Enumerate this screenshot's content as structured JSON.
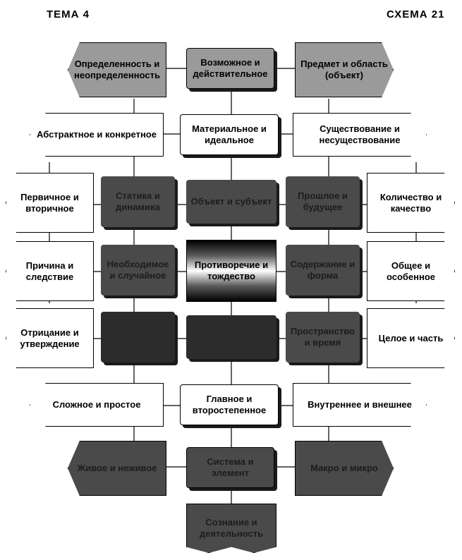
{
  "header": {
    "left": "ТЕМА 4",
    "right": "СХЕМА 21"
  },
  "nodes": {
    "definiteness": "Определенность и неопределенность",
    "possible_actual": "Возможное и действительное",
    "subject_area": "Предмет и область (объект)",
    "abstract_concrete": "Абстрактное и конкретное",
    "material_ideal": "Материальное и идеальное",
    "existence": "Существование и несуществование",
    "primary_secondary": "Первичное и вторичное",
    "statics_dynamics": "Статика и динамика",
    "object_subject": "Объект и субъект",
    "past_future": "Прошлое и будущее",
    "quantity_quality": "Количество и качество",
    "cause_effect": "Причина и следствие",
    "necessity_chance": "Необходимое и случайное",
    "contradiction_identity": "Противоречие и тождество",
    "content_form": "Содержание и форма",
    "general_particular": "Общее и особенное",
    "negation_affirmation": "Отрицание и утверждение",
    "dark_left_row5": "",
    "dark_center_row5": "",
    "space_time": "Пространство и время",
    "whole_part": "Целое и часть",
    "complex_simple": "Сложное и простое",
    "main_secondary": "Главное и второстепенное",
    "internal_external": "Внутреннее и внешнее",
    "living_nonliving": "Живое и неживое",
    "system_element": "Система и элемент",
    "macro_micro": "Макро и микро",
    "consciousness_activity": "Сознание и деятельность"
  }
}
